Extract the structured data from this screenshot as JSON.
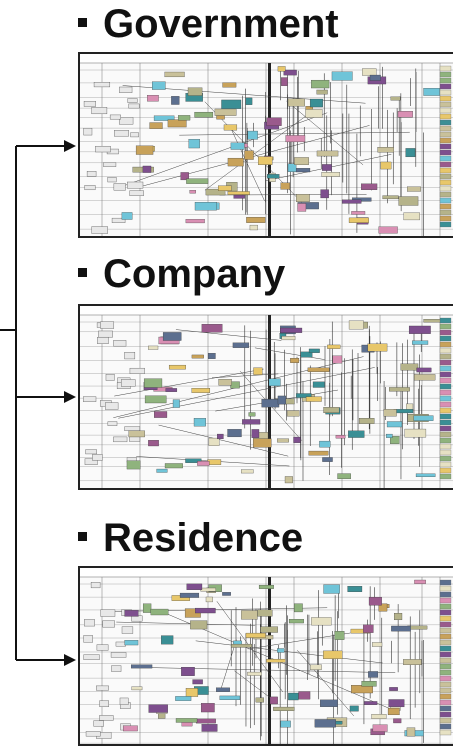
{
  "panels": [
    {
      "title": "Government"
    },
    {
      "title": "Company"
    },
    {
      "title": "Residence"
    }
  ],
  "colors": {
    "line": "#111111",
    "box_palette": [
      "#7e4f8e",
      "#c9c19a",
      "#3a8f95",
      "#b5b38a",
      "#e6e1c3",
      "#9a5a8c",
      "#5c6f8f",
      "#c8a25a",
      "#8fb37d",
      "#d98fb3",
      "#6fc4d8",
      "#e8c76a"
    ]
  }
}
